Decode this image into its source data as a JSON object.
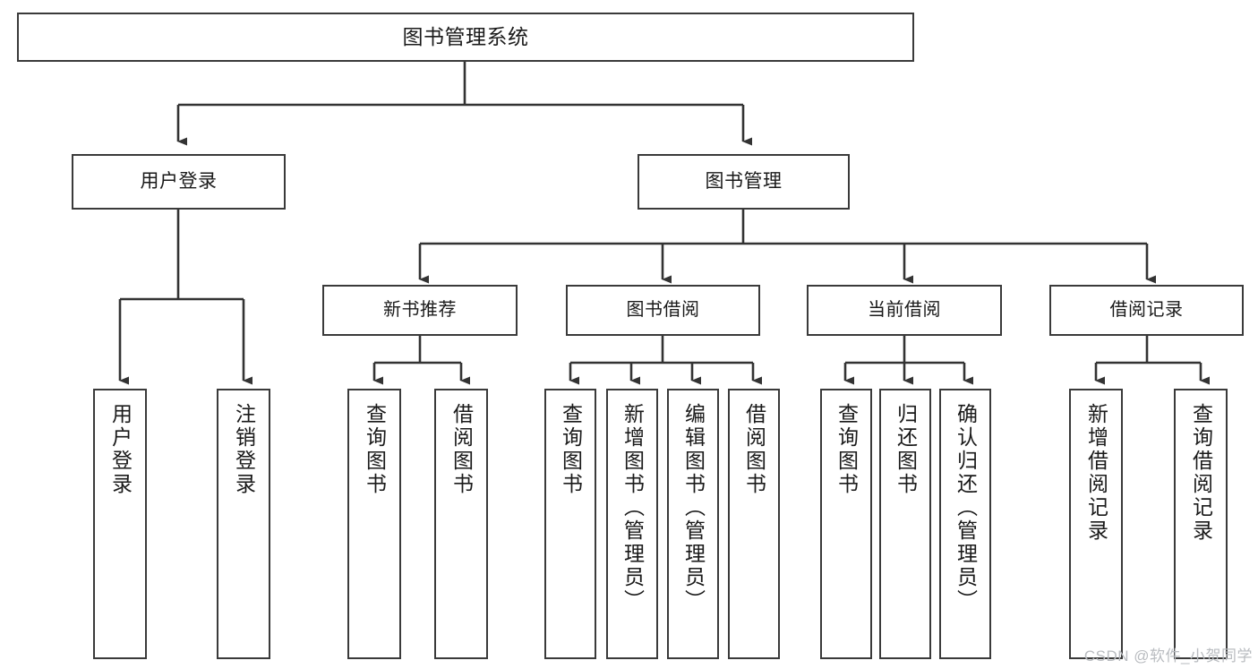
{
  "diagram": {
    "type": "tree-hierarchy",
    "title": "图书管理系统",
    "watermark": "CSDN @软件_小贺同学",
    "colors": {
      "box_border": "#3a3a3a",
      "box_fill": "#ffffff",
      "edge": "#333333",
      "text": "#1a1a1a",
      "watermark": "#b9bcc0",
      "background": "#ffffff"
    },
    "root": {
      "label": "图书管理系统"
    },
    "level1": [
      {
        "label": "用户登录"
      },
      {
        "label": "图书管理"
      }
    ],
    "level2": [
      {
        "label": "新书推荐",
        "parent": "图书管理"
      },
      {
        "label": "图书借阅",
        "parent": "图书管理"
      },
      {
        "label": "当前借阅",
        "parent": "图书管理"
      },
      {
        "label": "借阅记录",
        "parent": "图书管理"
      }
    ],
    "leaves": {
      "user_login": [
        {
          "label": "用户登录"
        },
        {
          "label": "注销登录"
        }
      ],
      "new_book_recommend": [
        {
          "label": "查询图书"
        },
        {
          "label": "借阅图书"
        }
      ],
      "book_borrow": [
        {
          "label": "查询图书"
        },
        {
          "label": "新增图书（管理员）"
        },
        {
          "label": "编辑图书（管理员）"
        },
        {
          "label": "借阅图书"
        }
      ],
      "current_borrow": [
        {
          "label": "查询图书"
        },
        {
          "label": "归还图书"
        },
        {
          "label": "确认归还（管理员）"
        }
      ],
      "borrow_record": [
        {
          "label": "新增借阅记录"
        },
        {
          "label": "查询借阅记录"
        }
      ]
    }
  }
}
